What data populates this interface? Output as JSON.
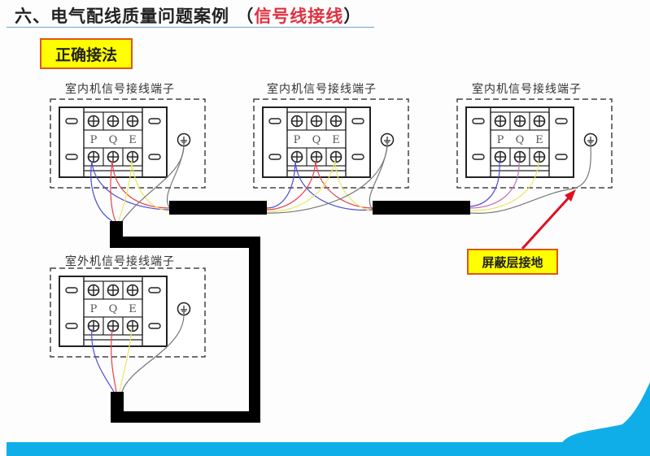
{
  "header": {
    "title_main": "六、电气配线质量问题案例",
    "title_paren_open": "（",
    "title_sub": "信号线接线",
    "title_paren_close": "）"
  },
  "labels": {
    "correct_method": "正确接法",
    "shield_ground": "屏蔽层接地"
  },
  "terminal_blocks": [
    {
      "name": "indoor-1",
      "label": "室内机信号接线端子",
      "terminals": [
        "P",
        "Q",
        "E"
      ]
    },
    {
      "name": "indoor-2",
      "label": "室内机信号接线端子",
      "terminals": [
        "P",
        "Q",
        "E"
      ]
    },
    {
      "name": "indoor-3",
      "label": "室内机信号接线端子",
      "terminals": [
        "P",
        "Q",
        "E"
      ]
    },
    {
      "name": "outdoor",
      "label": "室外机信号接线端子",
      "terminals": [
        "P",
        "Q",
        "E"
      ]
    }
  ],
  "colors": {
    "wire_p": "#4b4bd8",
    "wire_q": "#e8404a",
    "wire_e": "#e8e860",
    "wire_shield": "#777777",
    "cable": "#000000",
    "accent_bar": "#10aee8",
    "tag_bg": "#ffff00",
    "tag_border": "#e0561a",
    "arrow": "#e01020"
  }
}
